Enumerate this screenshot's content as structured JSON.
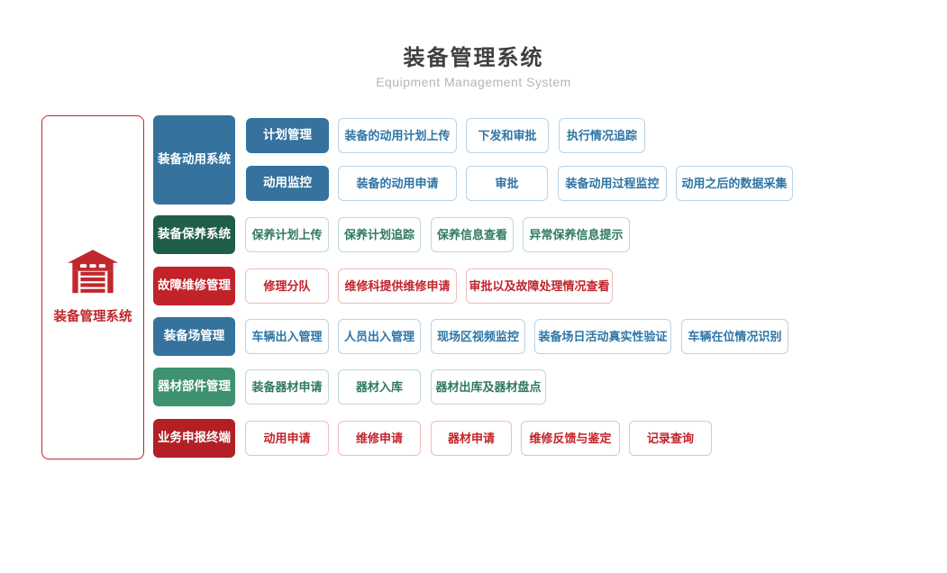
{
  "header": {
    "title": "装备管理系统",
    "subtitle": "Equipment Management System"
  },
  "root": {
    "label": "装备管理系统",
    "icon": "garage-icon"
  },
  "palette": {
    "blue_solid": "#35729e",
    "green_dark_solid": "#1f5f49",
    "red_solid": "#c2232b",
    "green_solid": "#3f9270",
    "dark_red_solid": "#b22026",
    "leaf_blue_text": "#2e75a6",
    "leaf_green_text": "#2f7a5d",
    "leaf_red_text": "#c2232b",
    "root_red": "#c1272d",
    "title_gray": "#3f3f3f",
    "subtitle_gray": "#b5b5b5"
  },
  "groups": [
    {
      "label": "装备动用系统",
      "subgroups": [
        {
          "label": "计划管理",
          "items": [
            "装备的动用计划上传",
            "下发和审批",
            "执行情况追踪"
          ]
        },
        {
          "label": "动用监控",
          "items": [
            "装备的动用申请",
            "审批",
            "装备动用过程监控",
            "动用之后的数据采集"
          ]
        }
      ]
    },
    {
      "label": "装备保养系统",
      "items": [
        "保养计划上传",
        "保养计划追踪",
        "保养信息查看",
        "异常保养信息提示"
      ]
    },
    {
      "label": "故障维修管理",
      "items": [
        "修理分队",
        "维修科提供维修申请",
        "审批以及故障处理情况查看"
      ]
    },
    {
      "label": "装备场管理",
      "items": [
        "车辆出入管理",
        "人员出入管理",
        "现场区视频监控",
        "装备场日活动真实性验证",
        "车辆在位情况识别"
      ]
    },
    {
      "label": "器材部件管理",
      "items": [
        "装备器材申请",
        "器材入库",
        "器材出库及器材盘点"
      ]
    },
    {
      "label": "业务申报终端",
      "items": [
        "动用申请",
        "维修申请",
        "器材申请",
        "维修反馈与鉴定",
        "记录查询"
      ]
    }
  ]
}
